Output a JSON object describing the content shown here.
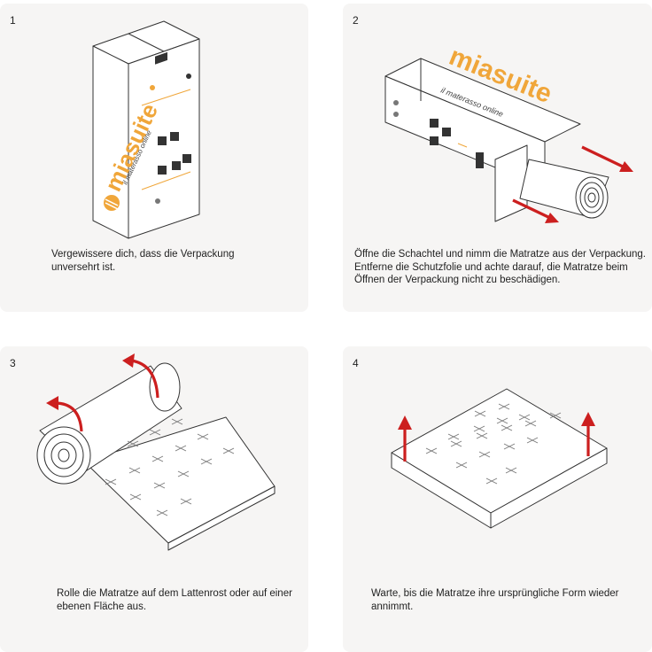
{
  "brand": {
    "name": "miasuite",
    "tagline": "il materasso online",
    "color": "#f0a63a"
  },
  "steps": [
    {
      "number": "1",
      "caption": "Vergewissere dich, dass die Verpackung unversehrt ist."
    },
    {
      "number": "2",
      "caption": "Öffne die Schachtel und nimm die Matratze aus der Verpackung. Entferne die Schutzfolie und achte darauf, die Matratze beim Öffnen der Verpackung nicht zu beschädigen."
    },
    {
      "number": "3",
      "caption": "Rolle die Matratze auf dem Lattenrost oder auf einer ebenen Fläche aus."
    },
    {
      "number": "4",
      "caption": "Warte, bis die Matratze ihre ursprüngliche Form wieder annimmt."
    }
  ],
  "colors": {
    "arrow": "#cc1f1f",
    "card": "#f6f5f4"
  }
}
